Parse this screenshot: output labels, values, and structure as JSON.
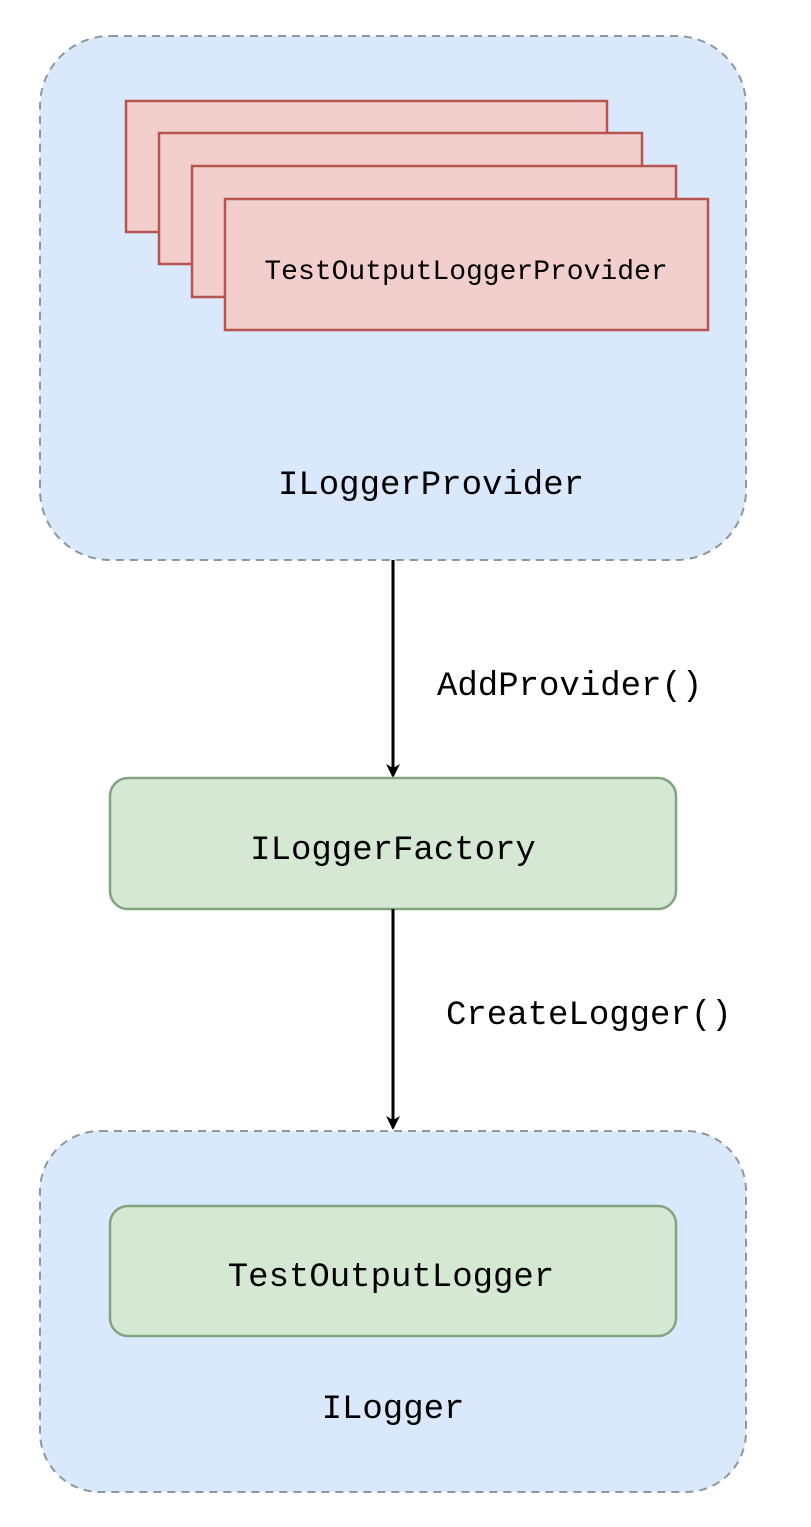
{
  "colors": {
    "group_fill": "#dae8fc",
    "group_stroke": "#8a9a9a",
    "provider_fill": "#f2cfcd",
    "provider_stroke": "#b85450",
    "node_fill": "#d5e8d4",
    "node_stroke": "#82a380",
    "edge": "#000000"
  },
  "provider_group": {
    "label": "ILoggerProvider",
    "stack_label": "TestOutputLoggerProvider"
  },
  "factory": {
    "label": "ILoggerFactory"
  },
  "logger_group": {
    "label": "ILogger",
    "inner_label": "TestOutputLogger"
  },
  "edges": {
    "add_provider": "AddProvider()",
    "create_logger": "CreateLogger()"
  }
}
